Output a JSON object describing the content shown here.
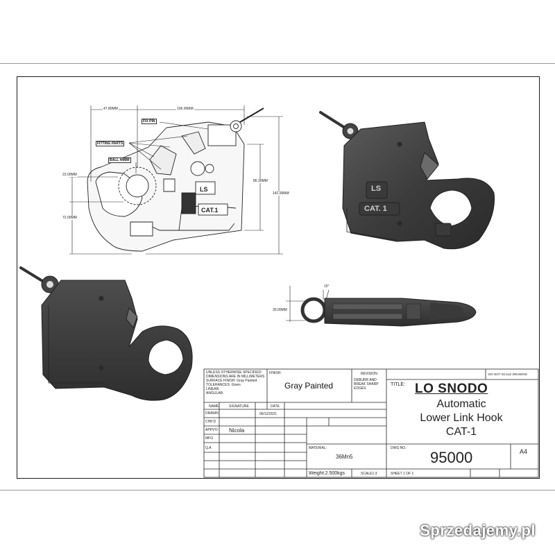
{
  "drawing": {
    "dimensions": {
      "d1": "47.80MM",
      "d2": "106.00MM",
      "d3": "23.00MM",
      "d4": "72.00MM",
      "d5": "86.30MM",
      "d6": "142.00MM",
      "d7": "30.00MM",
      "d8": "15°"
    },
    "callouts": {
      "fix_pin": "FIX PIN",
      "fitting_parts": "FITTING PARTS",
      "ball": "BALL 44MM"
    },
    "embossed": {
      "ls": "LS",
      "cat": "CAT.1",
      "cat2": "CAT. 1",
      "ls2": "LS"
    }
  },
  "title_block": {
    "notes": [
      "UNLESS OTHERWISE SPECIFIED:",
      "DIMENSIONS ARE IN MILLIMETERS",
      "SURFACE FINISH: Gray Painted",
      "TOLERANCES: Given",
      "LINEAR:",
      "ANGULAR:"
    ],
    "finish_label": "FINISH:",
    "finish_value": "Gray Painted",
    "revision_label": "REVISION",
    "revision_note": [
      "DEBURR AND",
      "BREAK SHARP",
      "EDGES"
    ],
    "do_not_scale": "DO NOT SCALE DRAWING",
    "title_label": "TITLE:",
    "title_main": "LO SNODO",
    "title_lines": [
      "Automatic",
      "Lower Link Hook",
      "CAT-1"
    ],
    "headers": {
      "name": "NAME",
      "signature": "SIGNATURE",
      "date": "DATE"
    },
    "rows": [
      "DRAWN",
      "CHK'D",
      "APPV'D",
      "MFG",
      "Q.A"
    ],
    "drawn_date": "06/12/2021",
    "appvd_name": "Nicola",
    "material_label": "MATERIAL:",
    "material_value": "36Mn5",
    "dwg_label": "DWG NO.",
    "dwg_no": "95000",
    "size": "A4",
    "weight": "Weight:2.500kgs",
    "scale": "SCALE1:3",
    "sheet": "SHEET 1 OF 1"
  },
  "watermark": "Sprzedajemy.pl"
}
